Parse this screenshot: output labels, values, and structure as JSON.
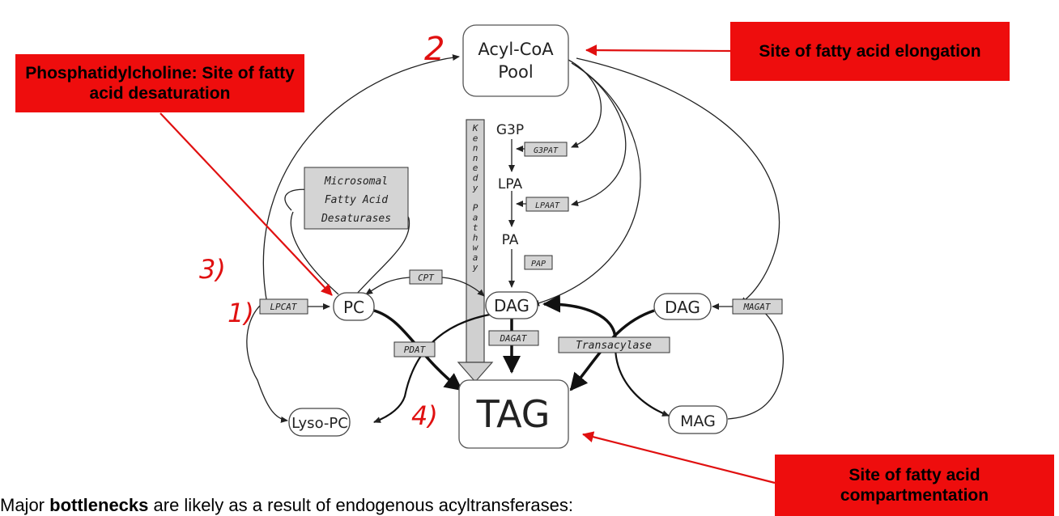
{
  "nodes": {
    "acyl_coa_line1": "Acyl-CoA",
    "acyl_coa_line2": "Pool",
    "g3p": "G3P",
    "lpa": "LPA",
    "pa": "PA",
    "dag_center": "DAG",
    "dag_right": "DAG",
    "pc": "PC",
    "tag": "TAG",
    "lyso_pc": "Lyso-PC",
    "mag": "MAG"
  },
  "enzymes": {
    "g3pat": "G3PAT",
    "lpaat": "LPAAT",
    "pap": "PAP",
    "cpt": "CPT",
    "lpcat": "LPCAT",
    "magat": "MAGAT",
    "pdat": "PDAT",
    "dagat": "DAGAT",
    "transacylase": "Transacylase"
  },
  "desaturase_box": [
    "Microsomal",
    "Fatty Acid",
    "Desaturases"
  ],
  "kennedy_letters": [
    "K",
    "e",
    "n",
    "n",
    "e",
    "d",
    "y",
    " ",
    "P",
    "a",
    "t",
    "h",
    "w",
    "a",
    "y"
  ],
  "handwritten": {
    "mark_acyl": "2",
    "mark_pc_upper": "3)",
    "mark_pc_lower": "1)",
    "mark_tag": "4)"
  },
  "callouts": {
    "desaturation": "Phosphatidylcholine: Site of fatty acid desaturation",
    "elongation": "Site of fatty acid elongation",
    "compartmentation": "Site of fatty acid compartmentation"
  },
  "footer": {
    "prefix": "Major ",
    "bold": "bottlenecks",
    "suffix": " are likely as a result of endogenous acyltransferases:"
  },
  "colors": {
    "callout_bg": "#ee0d0d",
    "annotation_red": "#e01010",
    "enzyme_box": "#d4d4d4",
    "diagram_line": "#222222"
  }
}
